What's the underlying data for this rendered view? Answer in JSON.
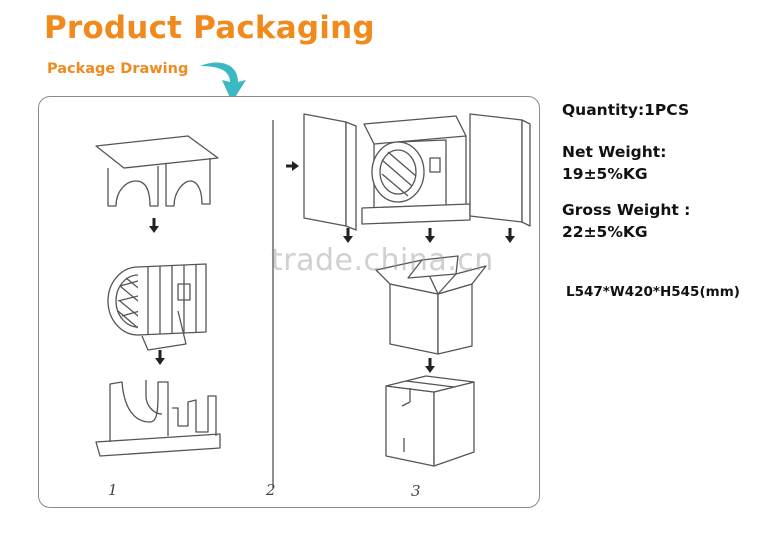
{
  "header": {
    "title": "Product Packaging",
    "subtitle": "Package Drawing"
  },
  "colors": {
    "accent": "#f08a1c",
    "arrow": "#3bb8c4",
    "line": "#555555"
  },
  "steps": [
    "1",
    "2",
    "3"
  ],
  "specs": {
    "quantity": "Quantity:1PCS",
    "net_weight_label": "Net Weight:",
    "net_weight_value": "19±5%KG",
    "gross_weight_label": "Gross Weight :",
    "gross_weight_value": "22±5%KG",
    "dimensions": "L547*W420*H545(mm)"
  },
  "watermark": "trade.china.cn",
  "icons": [
    "curved-arrow-icon",
    "down-arrow-icon",
    "right-arrow-icon",
    "box-icon",
    "lamp-icon",
    "foam-cushion-icon"
  ]
}
